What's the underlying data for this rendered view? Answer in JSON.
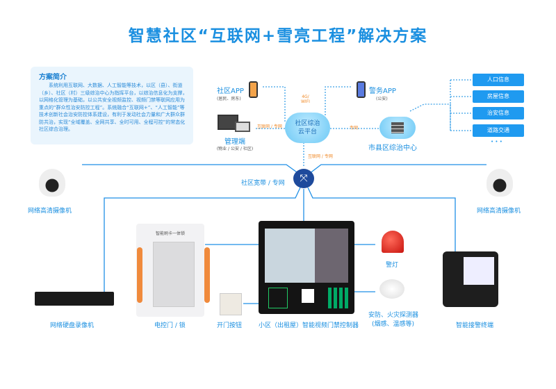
{
  "title": "智慧社区“互联网+雪亮工程”解决方案",
  "intro": {
    "heading": "方案简介",
    "text": "系统利用互联网、大数据、人工智能等技术，以区（县）、街道（乡）、社区（村）三级综治中心为指挥平台，以综治信息化为支撑，以网格化管理为基础，以公共安全视频监控、视频门禁等联网应用为重点的“群众性治安防控工程”。系统融合“互联网+”、“人工智能”等技术创新社会治安防控体系建设，有利于发动社会力量和广大群众群防共治，实现“全域覆盖、全网共享、全时可用、全程可控”的常态化社区综合治理。"
  },
  "community_app": {
    "label": "社区APP",
    "sub": "(居民、房东)"
  },
  "police_app": {
    "label": "警务APP",
    "sub": "(公安)"
  },
  "admin": {
    "label": "管理端",
    "sub": "(物业 / 公安 / 社区)"
  },
  "cloud": {
    "line1": "社区综治",
    "line2": "云平台"
  },
  "center": {
    "label": "市县区综治中心"
  },
  "links": {
    "wifi": "4G/\nWIFI",
    "admin_link": "互联网 / 专网",
    "private": "专网",
    "down": "互联网 / 专网"
  },
  "info_items": [
    "人口信息",
    "房屋信息",
    "治安信息",
    "道路交通"
  ],
  "more": "• • •",
  "broadband": "社区宽带 / 专网",
  "cam_left": "网络高清摄像机",
  "cam_right": "网络高清摄像机",
  "dvr": "网络硬盘录像机",
  "lock": {
    "panel": "智能刷卡一体锁",
    "label": "电控门 / 锁"
  },
  "button": "开门按钮",
  "controller": "小区（出租屋）智能视频门禁控制器",
  "alarm": "警灯",
  "detector": {
    "line1": "安防、火灾探测器",
    "line2": "(烟感、温感等)"
  },
  "phone": "智能接警终端"
}
